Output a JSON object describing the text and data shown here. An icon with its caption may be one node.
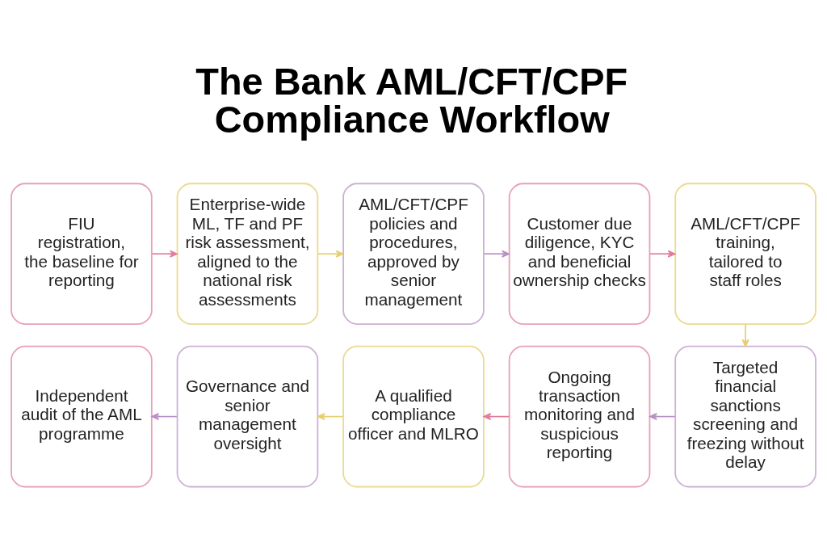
{
  "diagram": {
    "title": "The Bank AML/CFT/CPF Compliance Workflow",
    "nodes": [
      {
        "text": [
          "FIU registration, the baseline for reporting"
        ]
      },
      {
        "text": [
          "Enterprise-wide ML, TF and PF risk assessment, aligned to the national risk assessments"
        ]
      },
      {
        "text": [
          "AML/CFT/CPF policies and procedures, approved by senior management"
        ]
      },
      {
        "text": [
          "Customer due diligence, KYC and beneficial ownership checks"
        ]
      },
      {
        "text": [
          "AML/CFT/CPF training, tailored to staff roles"
        ]
      },
      {
        "text": [
          "Independent audit of the AML programme"
        ]
      },
      {
        "text": [
          "Governance and senior management oversight"
        ]
      },
      {
        "text": [
          "A qualified compliance officer and MLRO"
        ]
      },
      {
        "text": [
          "Ongoing transaction monitoring and suspicious reporting"
        ]
      },
      {
        "text": [
          "Targeted financial sanctions screening and freezing without delay"
        ]
      }
    ],
    "edges": [
      {
        "from": 0,
        "to": 1,
        "arrow": "to",
        "color": "#e27c98"
      },
      {
        "from": 1,
        "to": 2,
        "arrow": "to",
        "color": "#e6cf6e"
      },
      {
        "from": 2,
        "to": 3,
        "arrow": "to",
        "color": "#b990c4"
      },
      {
        "from": 3,
        "to": 4,
        "arrow": "to",
        "color": "#e27c98"
      },
      {
        "from": 4,
        "to": 9,
        "arrow": "to",
        "color": "#e6cf6e"
      },
      {
        "from": 9,
        "to": 8,
        "arrow": "to",
        "color": "#b990c4"
      },
      {
        "from": 8,
        "to": 7,
        "arrow": "to",
        "color": "#e27c98"
      },
      {
        "from": 7,
        "to": 6,
        "arrow": "to",
        "color": "#e6cf6e"
      },
      {
        "from": 6,
        "to": 5,
        "arrow": "to",
        "color": "#b990c4"
      }
    ]
  }
}
